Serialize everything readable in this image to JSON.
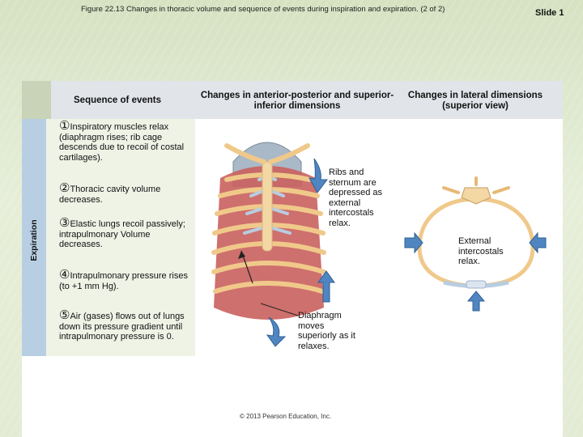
{
  "caption": "Figure 22.13 Changes in thoracic volume and sequence of events during inspiration and expiration. (2 of 2)",
  "slide_number": "Slide 1",
  "headers": {
    "sequence": "Sequence of events",
    "anterior_posterior": "Changes in anterior-posterior and superior-inferior dimensions",
    "lateral": "Changes in lateral dimensions",
    "lateral_sub": "(superior view)"
  },
  "side_label": "Expiration",
  "steps": [
    {
      "num": "①",
      "text": "Inspiratory muscles relax (diaphragm rises; rib cage descends due to recoil of costal cartilages)."
    },
    {
      "num": "②",
      "text": "Thoracic cavity volume decreases."
    },
    {
      "num": "③",
      "text": "Elastic lungs recoil passively; intrapulmonary Volume decreases."
    },
    {
      "num": "④",
      "text": "Intrapulmonary pressure rises (to +1 mm Hg)."
    },
    {
      "num": "⑤",
      "text": "Air (gases) flows out of lungs down its pressure gradient until intrapulmonary pressure is 0."
    }
  ],
  "labels": {
    "ribs": "Ribs and sternum are depressed as external intercostals relax.",
    "diaphragm": "Diaphragm moves superiorly as it relaxes.",
    "external": "External intercostals relax."
  },
  "copyright": "© 2013 Pearson Education, Inc.",
  "colors": {
    "arrow": "#4f86c2",
    "muscle": "#c9605d",
    "rib": "#f0c98a",
    "cartilage": "#b8cde0"
  }
}
